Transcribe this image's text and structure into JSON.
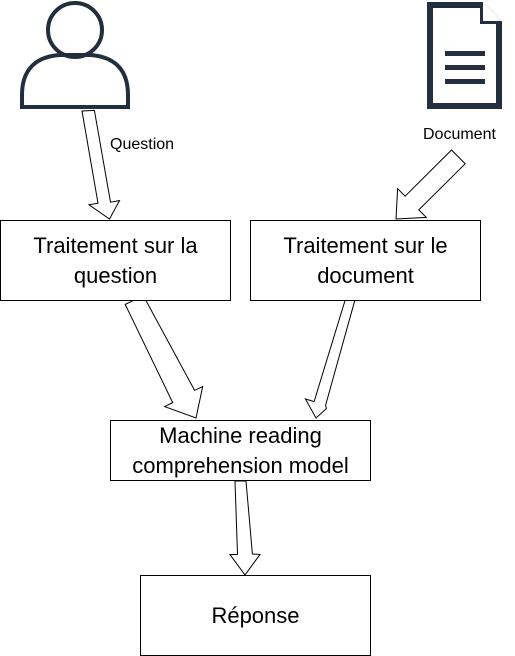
{
  "diagram": {
    "labels": {
      "question": "Question",
      "document": "Document"
    },
    "nodes": {
      "question_processing": "Traitement sur la question",
      "document_processing": "Traitement sur le document",
      "mrc_model": "Machine reading comprehension model",
      "answer": "Réponse"
    },
    "icons": {
      "user": "person-icon",
      "document": "document-icon"
    }
  }
}
